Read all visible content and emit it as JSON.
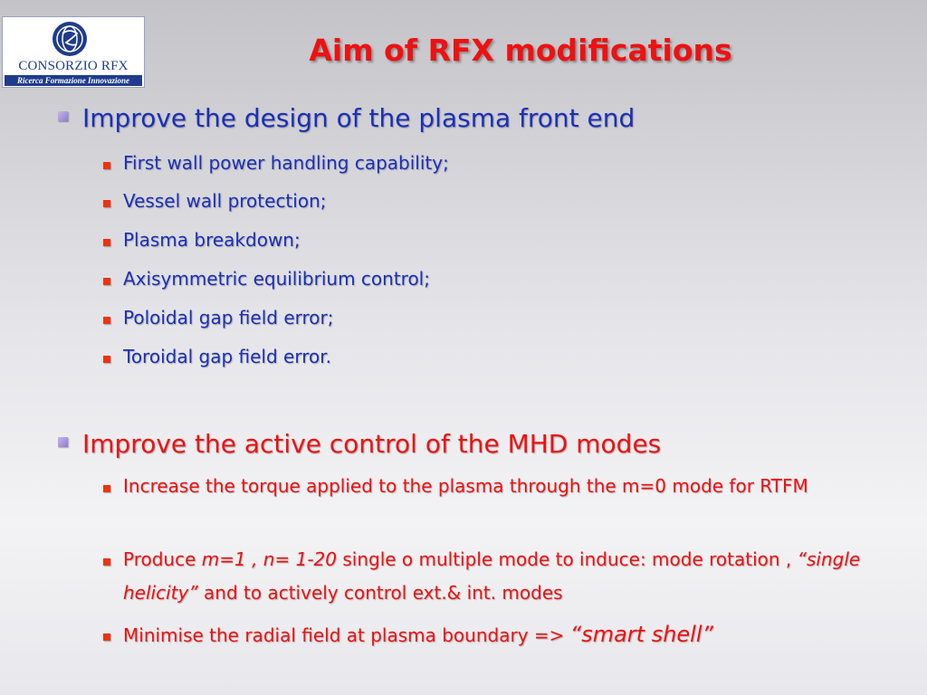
{
  "logo": {
    "name": "CONSORZIO RFX",
    "tagline": "Ricerca Formazione Innovazione"
  },
  "title": "Aim of RFX modifications",
  "colors": {
    "title": "#ee1111",
    "blue_text": "#1c2fb8",
    "red_text": "#ee1111",
    "level1_bullet": "#a898e0",
    "level2_bullet": "#ee3311"
  },
  "section1": {
    "heading": "Improve the design of the plasma front end",
    "items": [
      "First wall power handling capability;",
      "Vessel wall protection;",
      "Plasma breakdown;",
      "Axisymmetric equilibrium control;",
      "Poloidal gap field error;",
      "Toroidal gap field error."
    ]
  },
  "section2": {
    "heading": "Improve the active control of the MHD modes",
    "item1": "Increase the torque applied to the plasma through the m=0 mode for RTFM",
    "item2": {
      "p1": "Produce ",
      "p2": "m=1 , n= 1-20",
      "p3": " single o multiple mode to induce: mode rotation , ",
      "p4": "“single helicity”",
      "p5": " and to  actively control ext.& int. modes"
    },
    "item3": {
      "p1": "Minimise the radial field at plasma boundary => ",
      "p2": "“smart shell”"
    }
  }
}
